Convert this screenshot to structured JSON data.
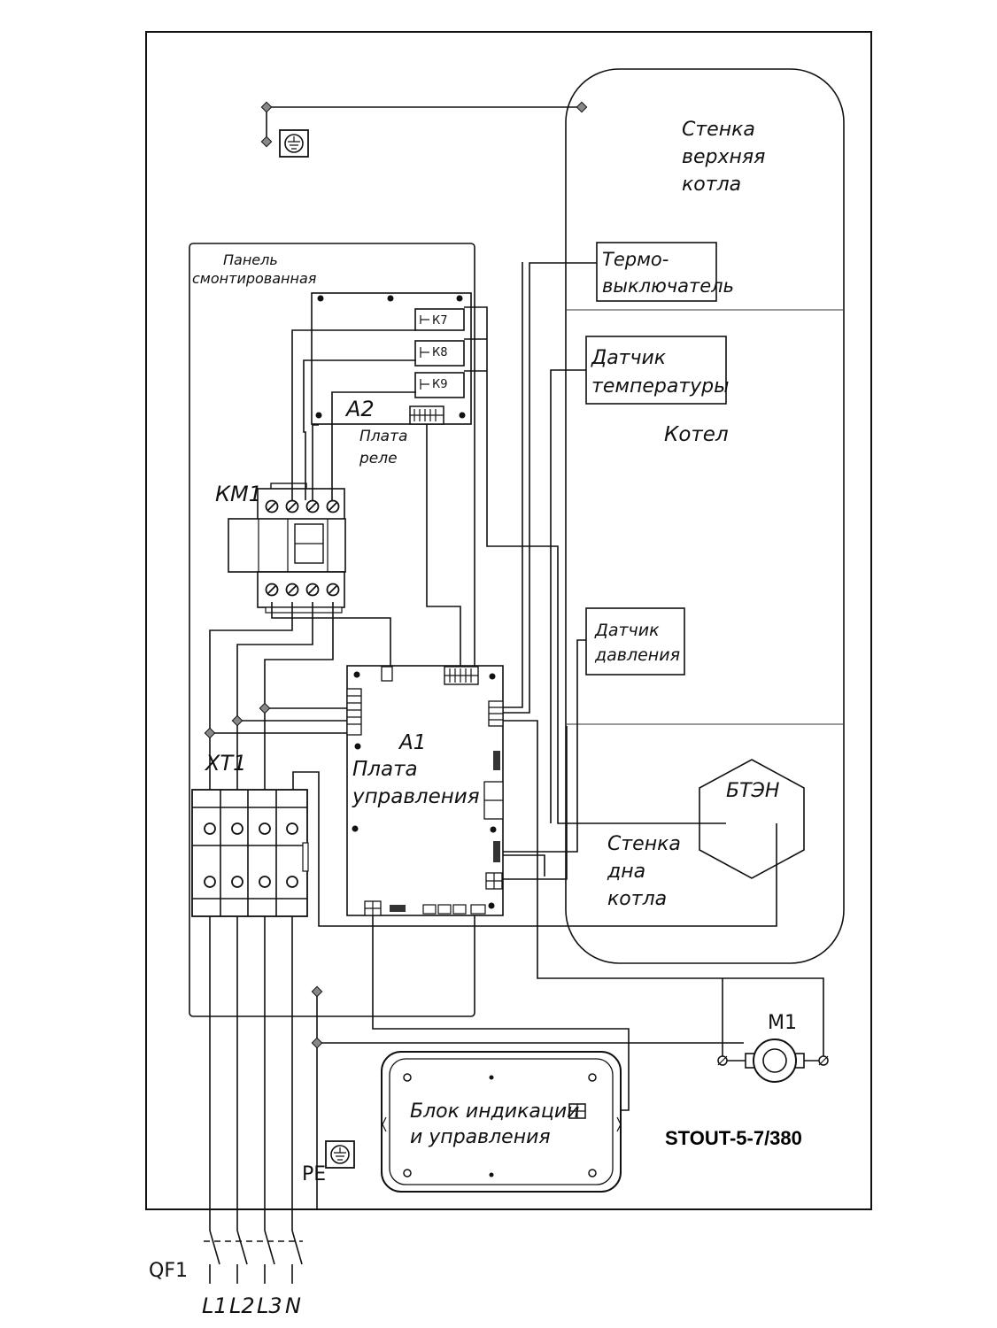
{
  "model": "STOUT-5-7/380",
  "labels": {
    "wall_top": [
      "Стенка",
      "верхняя",
      "котла"
    ],
    "wall_bottom": [
      "Стенка",
      "дна",
      "котла"
    ],
    "boiler": "Котел",
    "thermo_switch": [
      "Термо-",
      "выключатель"
    ],
    "temp_sensor": [
      "Датчик",
      "температуры"
    ],
    "pressure_sensor": [
      "Датчик",
      "давления"
    ],
    "heater": "БТЭН",
    "panel": [
      "Панель",
      "смонтированная"
    ],
    "relay_board_id": "А2",
    "relay_board": [
      "Плата",
      "реле"
    ],
    "relays": [
      "К7",
      "К8",
      "К9"
    ],
    "contactor": "КМ1",
    "control_board_id": "А1",
    "control_board": [
      "Плата",
      "управления"
    ],
    "terminal_block": "ХТ1",
    "display_unit": [
      "Блок индикации",
      "и управления"
    ],
    "motor": "М1",
    "ground": "РЕ",
    "breaker": "QF1",
    "lines": [
      "L1",
      "L2",
      "L3",
      "N"
    ]
  }
}
